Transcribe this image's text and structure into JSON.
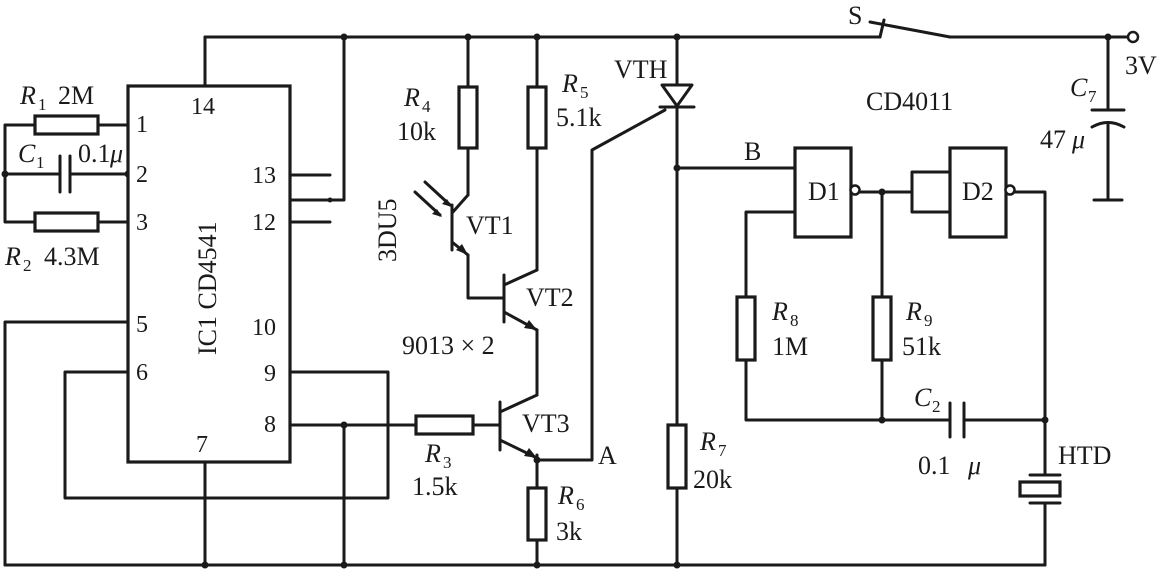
{
  "switch": {
    "name": "S",
    "supply": "3V"
  },
  "ic1": {
    "name": "IC1 CD4541",
    "pins": {
      "p1": "1",
      "p2": "2",
      "p3": "3",
      "p5": "5",
      "p6": "6",
      "p7": "7",
      "p8": "8",
      "p9": "9",
      "p10": "10",
      "p12": "12",
      "p13": "13",
      "p14": "14"
    }
  },
  "gates": {
    "chip": "CD4011",
    "d1": "D1",
    "d2": "D2"
  },
  "components": {
    "R1": {
      "sym": "R",
      "idx": "1",
      "val": "2M"
    },
    "C1": {
      "sym": "C",
      "idx": "1",
      "val": "0.1",
      "unit": "μ"
    },
    "R2": {
      "sym": "R",
      "idx": "2",
      "val": "4.3M"
    },
    "R3": {
      "sym": "R",
      "idx": "3",
      "val": "1.5k"
    },
    "R4": {
      "sym": "R",
      "idx": "4",
      "val": "10k"
    },
    "R5": {
      "sym": "R",
      "idx": "5",
      "val": "5.1k"
    },
    "R6": {
      "sym": "R",
      "idx": "6",
      "val": "3k"
    },
    "R7": {
      "sym": "R",
      "idx": "7",
      "val": "20k"
    },
    "R8": {
      "sym": "R",
      "idx": "8",
      "val": "1M"
    },
    "R9": {
      "sym": "R",
      "idx": "9",
      "val": "51k"
    },
    "C2": {
      "sym": "C",
      "idx": "2",
      "val": "0.1",
      "unit": "μ"
    },
    "C7": {
      "sym": "C",
      "idx": "7",
      "val": "47",
      "unit": "μ"
    }
  },
  "transistors": {
    "phototransistor": "3DU5",
    "vt1": "VT1",
    "vt2": "VT2",
    "vt3": "VT3",
    "part": "9013 × 2"
  },
  "thyristor": "VTH",
  "buzzer": "HTD",
  "nodes": {
    "a": "A",
    "b": "B"
  }
}
